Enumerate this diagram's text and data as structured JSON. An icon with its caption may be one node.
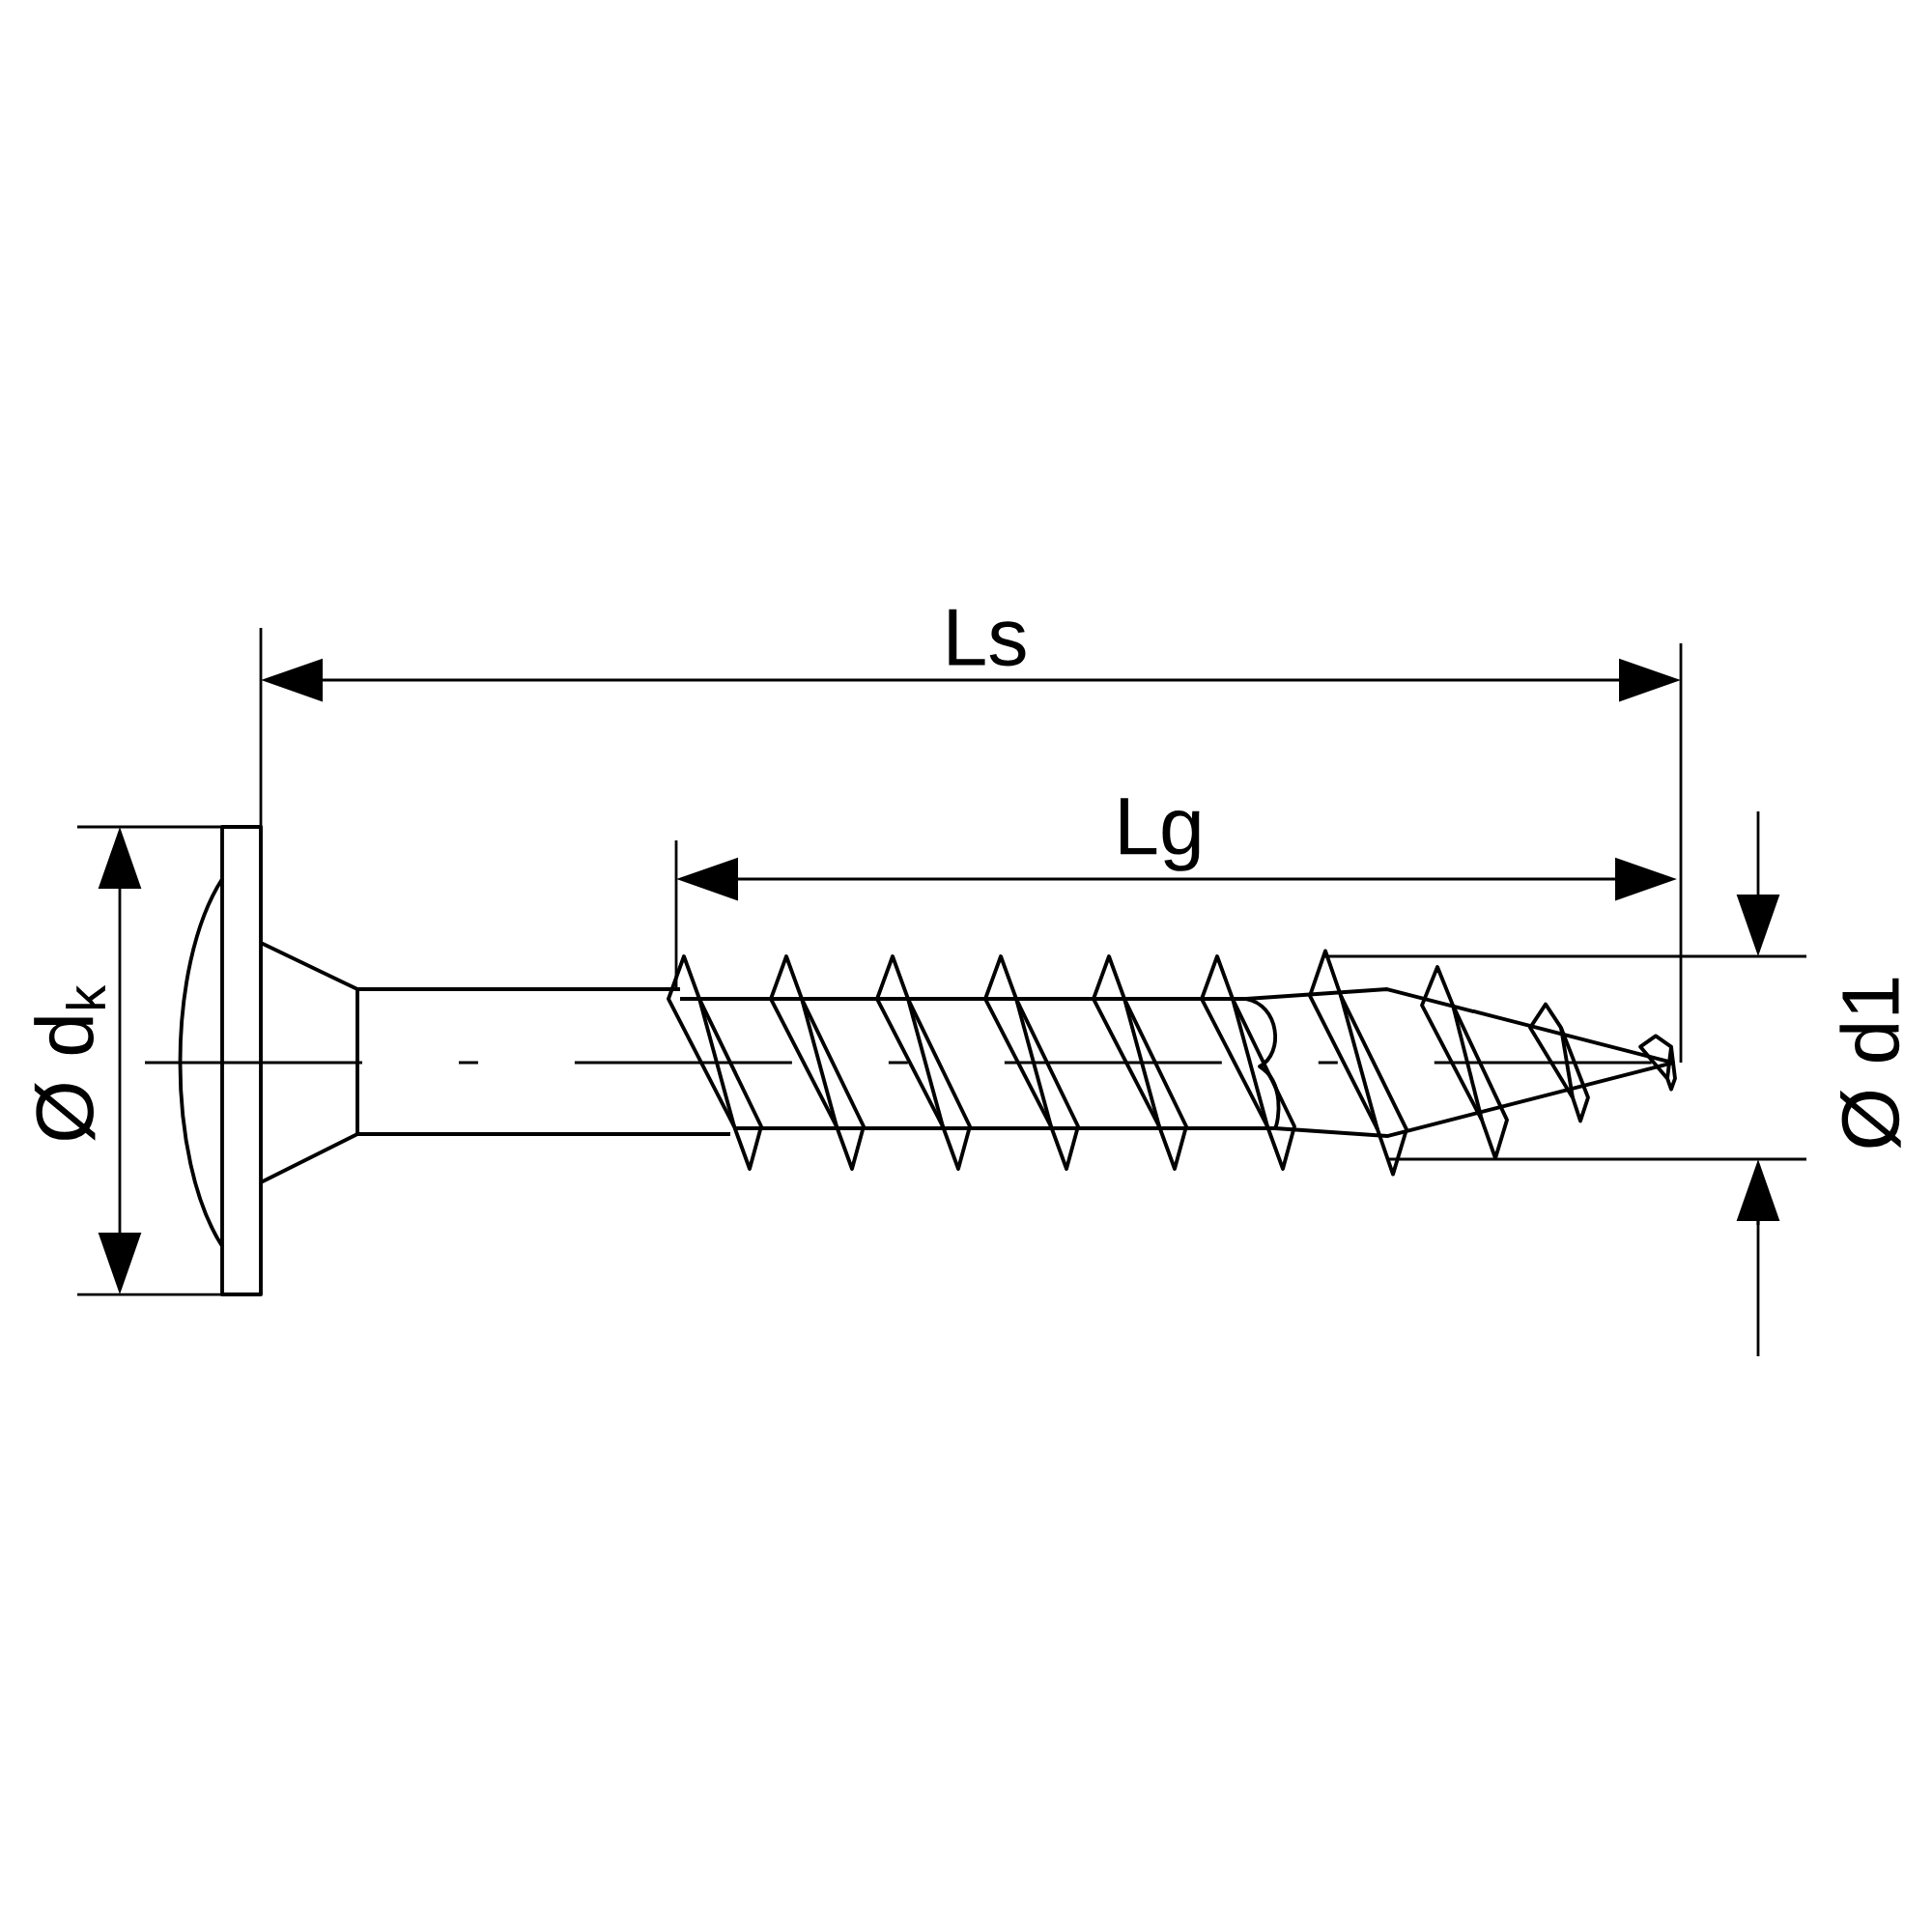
{
  "diagram": {
    "labels": [
      "Ls",
      "Lg",
      "Ø d$_{k}$",
      "Ø d1"
    ]
  }
}
